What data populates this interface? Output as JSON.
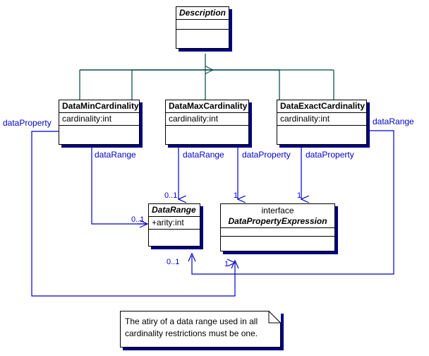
{
  "diagram": {
    "title": "Cardinality restrictions UML class diagram",
    "colors": {
      "class_border": "#000000",
      "class_shadow": "#000080",
      "association": "#0000cc",
      "generalization": "#004444",
      "label_text": "#0000cc",
      "background": "#ffffff"
    }
  },
  "classes": {
    "description": {
      "name": "Description",
      "stereotype": "",
      "attributes": [],
      "abstract": true
    },
    "data_min_cardinality": {
      "name": "DataMinCardinality",
      "stereotype": "",
      "attributes": [
        "cardinality:int"
      ],
      "abstract": false
    },
    "data_max_cardinality": {
      "name": "DataMaxCardinality",
      "stereotype": "",
      "attributes": [
        "cardinality:int"
      ],
      "abstract": false
    },
    "data_exact_cardinality": {
      "name": "DataExactCardinality",
      "stereotype": "",
      "attributes": [
        "cardinality:int"
      ],
      "abstract": false
    },
    "data_range": {
      "name": "DataRange",
      "stereotype": "",
      "attributes": [
        "+arity:int"
      ],
      "abstract": true
    },
    "data_property_expression": {
      "name": "DataPropertyExpression",
      "stereotype": "interface",
      "attributes": [],
      "abstract": true
    }
  },
  "note": {
    "text": "The atiry of a data range used in all cardinality restrictions must be one."
  },
  "edge_labels": {
    "min_data_property": "dataProperty",
    "min_data_range": "dataRange",
    "max_data_range": "dataRange",
    "max_data_property": "dataProperty",
    "exact_data_property": "dataProperty",
    "exact_data_range": "dataRange"
  },
  "multiplicities": {
    "min_to_range": "0..1",
    "max_to_range": "0..1",
    "max_to_property": "1",
    "exact_to_property": "1",
    "exact_to_range": "0..1",
    "min_to_property": "1"
  }
}
